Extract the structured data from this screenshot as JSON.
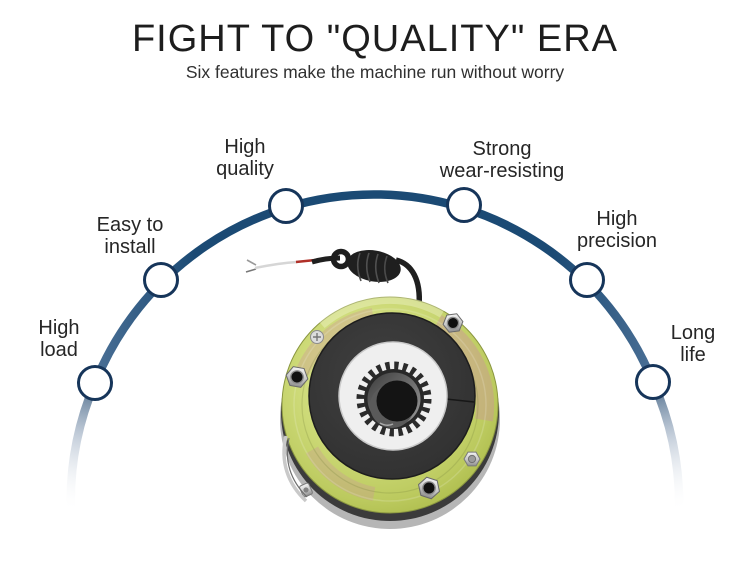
{
  "header": {
    "title": "FIGHT TO \"QUALITY\" ERA",
    "subtitle": "Six features make the machine run without worry"
  },
  "features": [
    {
      "id": "high-load",
      "line1": "High",
      "line2": "load"
    },
    {
      "id": "easy-to-install",
      "line1": "Easy to",
      "line2": "install"
    },
    {
      "id": "high-quality",
      "line1": "High",
      "line2": "quality"
    },
    {
      "id": "strong-wear-resisting",
      "line1": "Strong",
      "line2": "wear-resisting"
    },
    {
      "id": "high-precision",
      "line1": "High",
      "line2": "precision"
    },
    {
      "id": "long-life",
      "line1": "Long",
      "line2": "life"
    }
  ],
  "diagram": {
    "node_count": 6,
    "arc_color": "#1b4a74",
    "arc_end_color": "#4a6f95",
    "node_fill": "#ffffff",
    "node_border_color": "#16355a"
  },
  "product": {
    "type": "electromagnetic-brake-photo",
    "flange_color": "#bcca5f",
    "cable_color": "#1f1f1f",
    "wire_color": "#b03028"
  }
}
